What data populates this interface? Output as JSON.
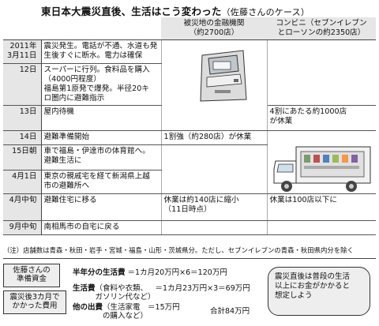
{
  "title": "東日本大震災直後、生活はこう変わった",
  "subtitle": "（佐藤さんのケース）",
  "columns": {
    "bank": "被災地の金融機関\n（約2700店）",
    "conv": "コンビニ（セブンイレブン\nとローソンの約2350店）"
  },
  "rows": [
    {
      "date": "2011年\n3月11日",
      "life": "震災発生。電話が不通、水道も発\n生後すぐに断水。電力は確保",
      "bank": "",
      "conv": ""
    },
    {
      "date": "12日",
      "life": "スーパーに行列。食料品を購入\n（4000円程度）\n福島第1原発で爆発。半径20キ\nロ圏内に避難指示",
      "bank": "",
      "conv": ""
    },
    {
      "date": "13日",
      "life": "屋内待機",
      "bank": "",
      "conv": "4割にあたる約1000店\nが休業"
    },
    {
      "date": "14日",
      "life": "避難準備開始",
      "bank": "1割強（約280店）が休業",
      "conv": ""
    },
    {
      "date": "15日朝",
      "life": "車で福島・伊達市の体育館へ。\n避難生活に",
      "bank": "",
      "conv": ""
    },
    {
      "date": "4月1日",
      "life": "東京の親戚宅を経て新潟県上越\n市の避難所へ",
      "bank": "",
      "conv": ""
    },
    {
      "date": "4月中旬",
      "life": "避難住宅に移る",
      "bank": "休業は約140店に縮小\n（11日時点）",
      "conv": "休業は100店以下に"
    },
    {
      "date": "9月中旬",
      "life": "南相馬市の自宅に戻る",
      "bank": "",
      "conv": ""
    }
  ],
  "note": "（注）店舗数は青森・秋田・岩手・宮城・福島・山形・茨城県分。ただし、セブンイレブンの青森・秋田県内分を除く",
  "costs": {
    "label1": "佐藤さんの\n準備資金",
    "label2": "震災後3カ月で\nかかった費用",
    "line1_head": "半年分の生活費",
    "line1_calc": "＝1カ月20万円×6＝120万円",
    "line2_head": "生活費",
    "line2_paren": "（食料や衣類、\nガソリン代など）",
    "line2_calc": "＝1カ月23万円×3＝69万円",
    "line3_head": "他の出費",
    "line3_paren": "（生活家電\nの購入など）",
    "line3_calc": "＝15万円",
    "total": "合計84万円"
  },
  "bubble": "震災直後は普段の生活\n以上にお金がかかると\n想定しよう"
}
